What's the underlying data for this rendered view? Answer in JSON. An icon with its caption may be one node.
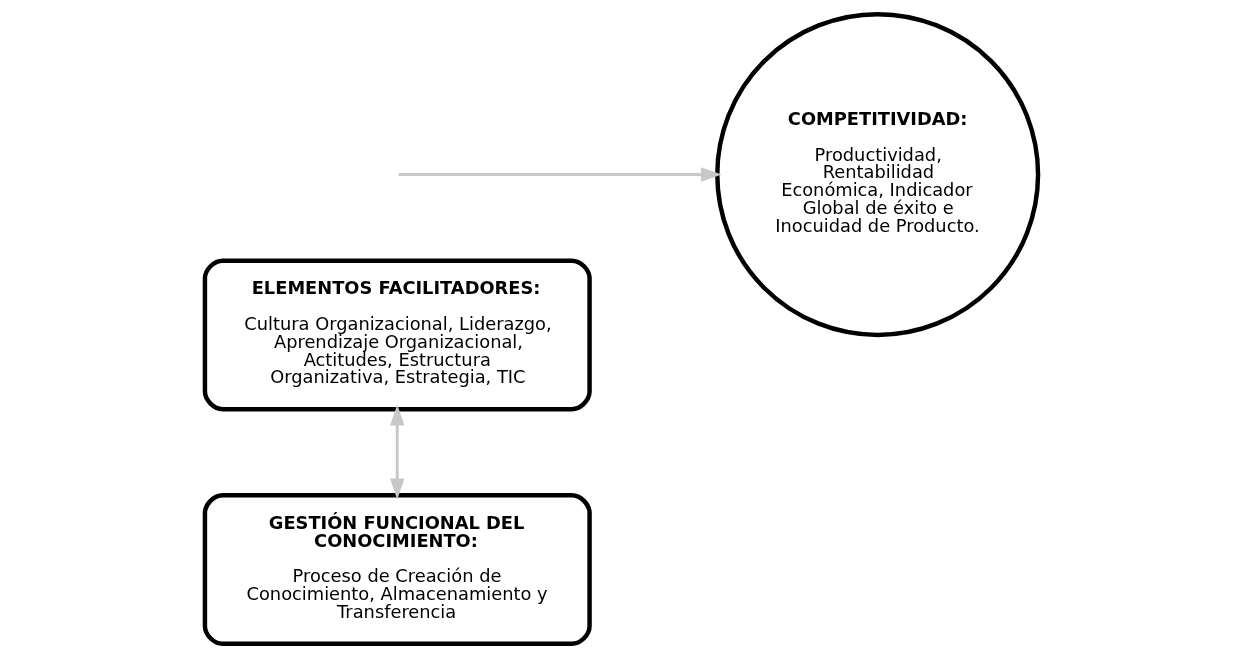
{
  "diagram": {
    "nodes": [
      {
        "text": [
          "ELEMENTOS FACILITADORES:",
          "Cultura Organizacional, Liderazgo, Aprendizaje Organizacional, Actitudes, Estructura Organizativa, Estrategia, TIC"
        ]
      },
      {
        "text": [
          "GESTIÓN FUNCIONAL DEL CONOCIMIENTO:",
          "Proceso de Creación de Conocimiento, Almacenamiento y Transferencia"
        ]
      },
      {
        "text": [
          "COMPETITIVIDAD:",
          "Productividad, Rentabilidad Económica, Indicador Global de éxito e Inocuidad de Producto."
        ]
      }
    ],
    "edges": [
      {
        "from": 0,
        "to": 1,
        "arrow": "both"
      },
      {
        "from": null,
        "to": 2,
        "arrow": "to"
      }
    ]
  }
}
